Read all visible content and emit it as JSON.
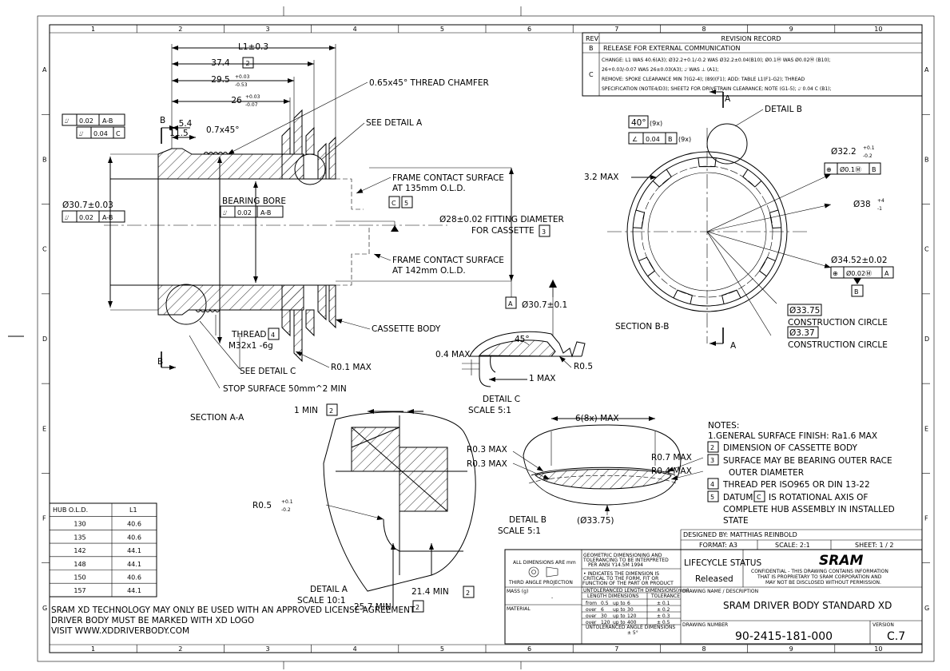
{
  "zones": {
    "columns": [
      "1",
      "2",
      "3",
      "4",
      "5",
      "6",
      "7",
      "8",
      "9",
      "10"
    ],
    "rows": [
      "A",
      "B",
      "C",
      "D",
      "E",
      "F",
      "G"
    ]
  },
  "revision": {
    "header_rev": "REV",
    "header_record": "REVISION RECORD",
    "rev_b": "B",
    "rev_b_text": "RELEASE FOR EXTERNAL COMMUNICATION",
    "rev_c": "C",
    "rev_c_lines": [
      "CHANGE: L1 WAS 40.6(A3); Ø32.2+0.1/-0.2 WAS Ø32.2±0.04(B10); Ø0.1Ⓜ WAS Ø0.02Ⓜ (B10);",
      "26+0.03/-0.07 WAS 26±0.03(A3); ⌰ WAS ⊥ (A1);",
      "REMOVE: SPOKE CLEARANCE MIN 7(G2-4); (89)(F1);       ADD: TABLE L1(F1-G2); THREAD",
      "SPECIFICATION (NOTE4/D3); SHEET2 FOR DRIVETRAIN CLEARANCE; NOTE (G1-5); ⌰ 0.04 C (B1);"
    ]
  },
  "section_aa": {
    "l1": "L1±0.3",
    "d374": "37.4",
    "note2": "2",
    "d295": "29.5",
    "d295_tol": [
      "+0.03",
      "-0.53"
    ],
    "d26": "26",
    "d26_tol": [
      "+0.03",
      "-0.07"
    ],
    "chamfer": "0.65x45° THREAD CHAMFER",
    "see_detail_a": "SEE DETAIL  A",
    "d115": "11.5",
    "d54": "5.4",
    "c07": "0.7x45°",
    "runout1": "⌰",
    "runout1_val": "0.02",
    "runout1_ref": "A-B",
    "runout2": "⌰",
    "runout2_val": "0.04",
    "runout2_ref": "C",
    "cut_b": "B",
    "frame135": [
      "FRAME CONTACT SURFACE",
      "AT 135mm O.L.D."
    ],
    "frame142": [
      "FRAME CONTACT SURFACE",
      "AT 142mm O.L.D."
    ],
    "datum_c": "C",
    "note5": "5",
    "dia307": "Ø30.7±0.03",
    "runout3_val": "0.02",
    "runout3_ref": "A-B",
    "bearing_bore": "BEARING BORE",
    "runout4_val": "0.02",
    "runout4_ref": "A-B",
    "fitting": [
      "Ø28±0.02 FITTING DIAMETER",
      "FOR CASSETTE"
    ],
    "note3": "3",
    "datum_a": "A",
    "dia307b": "Ø30.7±0.1",
    "thread": "THREAD",
    "note4": "4",
    "thread_spec": "M32x1 -6g",
    "cassette_body": "CASSETTE BODY",
    "see_detail_c": "SEE DETAIL  C",
    "r01": "R0.1 MAX",
    "stop_surface": "STOP SURFACE 50mm^2 MIN",
    "title": "SECTION  A-A"
  },
  "detail_c": {
    "max04": "0.4 MAX",
    "deg45": "45°",
    "r05": "R0.5",
    "max1": "1 MAX",
    "title": "DETAIL  C",
    "scale": "SCALE  5:1"
  },
  "detail_a": {
    "min1": "1 MIN",
    "note2": "2",
    "r05": "R0.5",
    "r05_tol": [
      "+0.1",
      "-0.2"
    ],
    "min214": "21.4 MIN",
    "note2b": "2",
    "min257": "25.7 MIN",
    "note2c": "2",
    "title": "DETAIL  A",
    "scale": "SCALE  10:1"
  },
  "detail_b": {
    "d6": "6(8x) MAX",
    "r03a": "R0.3 MAX",
    "r03b": "R0.3 MAX",
    "r07": "R0.7 MAX",
    "r04": "R0.4 MAX",
    "d3375": "(Ø33.75)",
    "title": "DETAIL  B",
    "scale": "SCALE  5:1"
  },
  "section_bb": {
    "angle": "40°",
    "angle_count": "(9x)",
    "ang_sym": "∠",
    "ang_val": "0.04",
    "ang_ref": "B",
    "ang_count": "(9x)",
    "detail_b": "DETAIL  B",
    "max32": "3.2 MAX",
    "dia322": "Ø32.2",
    "dia322_tol": [
      "+0.1",
      "-0.2"
    ],
    "pos1_val": "Ø0.1Ⓜ",
    "pos1_ref": "B",
    "dia38": "Ø38",
    "dia38_tol": [
      "+4",
      "-1"
    ],
    "dia3452": "Ø34.52±0.02",
    "pos2_val": "Ø0.02Ⓜ",
    "pos2_ref": "A",
    "datum_b": "B",
    "cc1_val": "Ø33.75",
    "cc1_text": "CONSTRUCTION CIRCLE",
    "cc2_val": "Ø3.37",
    "cc2_text": "CONSTRUCTION CIRCLE",
    "cut_a": "A",
    "title": "SECTION  B-B"
  },
  "notes": {
    "title": "NOTES:",
    "items": [
      {
        "num": "1.",
        "text": "GENERAL SURFACE FINISH: Ra1.6 MAX"
      },
      {
        "num": "2",
        "text": "DIMENSION OF CASSETTE BODY"
      },
      {
        "num": "3",
        "text": "SURFACE MAY BE BEARING OUTER RACE"
      },
      {
        "num": "",
        "text": "OUTER DIAMETER"
      },
      {
        "num": "4",
        "text": "THREAD PER ISO965 OR DIN 13-22"
      },
      {
        "num": "5",
        "text": "DATUM"
      }
    ],
    "datum_box": "C",
    "note5_rest": [
      "IS ROTATIONAL AXIS OF",
      "COMPLETE HUB ASSEMBLY IN INSTALLED",
      "STATE"
    ]
  },
  "hub_table": {
    "headers": [
      "HUB O.L.D.",
      "L1"
    ],
    "rows": [
      [
        "130",
        "40.6"
      ],
      [
        "135",
        "40.6"
      ],
      [
        "142",
        "44.1"
      ],
      [
        "148",
        "44.1"
      ],
      [
        "150",
        "40.6"
      ],
      [
        "157",
        "44.1"
      ]
    ]
  },
  "license": [
    "SRAM XD TECHNOLOGY MAY ONLY BE USED WITH AN APPROVED LICENSE AGREEMENT",
    "DRIVER BODY MUST BE MARKED WITH XD LOGO",
    "VISIT WWW.XDDRIVERBODY.COM"
  ],
  "title_block": {
    "all_dims": "ALL DIMENSIONS ARE mm",
    "projection": "THIRD ANGLE PROJECTION",
    "gdt": [
      "GEOMETRIC DIMENSIONING AND",
      "TOLERANCING TO BE INTERPRETED",
      "PER ANSI Y14.5M 1994"
    ],
    "critical": [
      "• INDICATES THE DIMENSION IS",
      "CRITICAL TO THE FORM, FIT OR",
      "FUNCTION OF THE PART OR PRODUCT"
    ],
    "mass": "MASS (g)",
    "mass_val": "-",
    "material": "MATERIAL",
    "tol_title": "UNTOLERANCED LENGTH DIMENSIONS(mm)",
    "tol_headers": [
      "LENGTH DIMENSIONS",
      "TOLERANCE"
    ],
    "tol_rows": [
      [
        "from",
        "0.5",
        "up to",
        "6",
        "± 0.1"
      ],
      [
        "over",
        "6",
        "up to",
        "30",
        "± 0.2"
      ],
      [
        "over",
        "30",
        "up to",
        "120",
        "± 0.3"
      ],
      [
        "over",
        "120",
        "up to",
        "400",
        "± 0.5"
      ]
    ],
    "angle_title": "UNTOLERANCED ANGLE DIMENSIONS",
    "angle_val": "± 5°",
    "lifecycle": "LIFECYCLE STATUS",
    "released": "Released",
    "designed": "DESIGNED BY:  MATTHIAS REINBOLD",
    "format": "FORMAT:  A3",
    "scale": "SCALE:  2:1",
    "sheet": "SHEET:  1 / 2",
    "brand": "SRAM",
    "confidential": [
      "CONFIDENTIAL - THIS DRAWING CONTAINS INFORMATION",
      "THAT IS PROPRIETARY TO SRAM CORPORATION AND",
      "MAY NOT BE DISCLOSED WITHOUT PERMISSION."
    ],
    "drawing_name_label": "DRAWING NAME / DESCRIPTION",
    "drawing_name": "SRAM DRIVER BODY STANDARD XD",
    "drawing_number_label": "DRAWING NUMBER",
    "drawing_number": "90-2415-181-000",
    "version_label": "VERSION",
    "version": "C.7"
  }
}
